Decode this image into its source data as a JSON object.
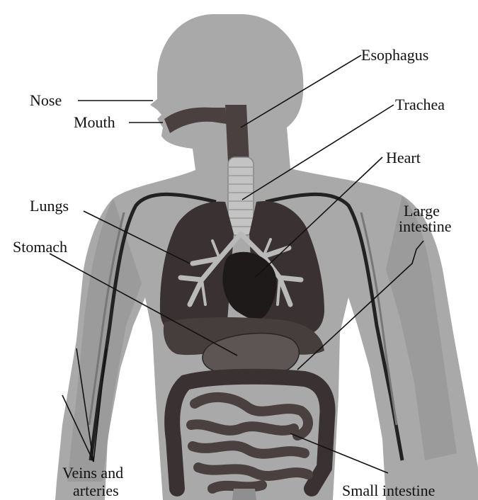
{
  "labels": {
    "nose": "Nose",
    "mouth": "Mouth",
    "esophagus": "Esophagus",
    "trachea": "Trachea",
    "heart": "Heart",
    "lungs": "Lungs",
    "large_intestine_1": "Large",
    "large_intestine_2": "intestine",
    "stomach": "Stomach",
    "veins_1": "Veins and",
    "veins_2": "arteries",
    "small_intestine": "Small intestine"
  },
  "colors": {
    "body": "#a9a9a9",
    "body_dark": "#8f8f8f",
    "organ_dark": "#3a3232",
    "organ_mid": "#4a4040",
    "airway": "#b9b9b9",
    "vessel": "#222222",
    "text": "#111111"
  }
}
